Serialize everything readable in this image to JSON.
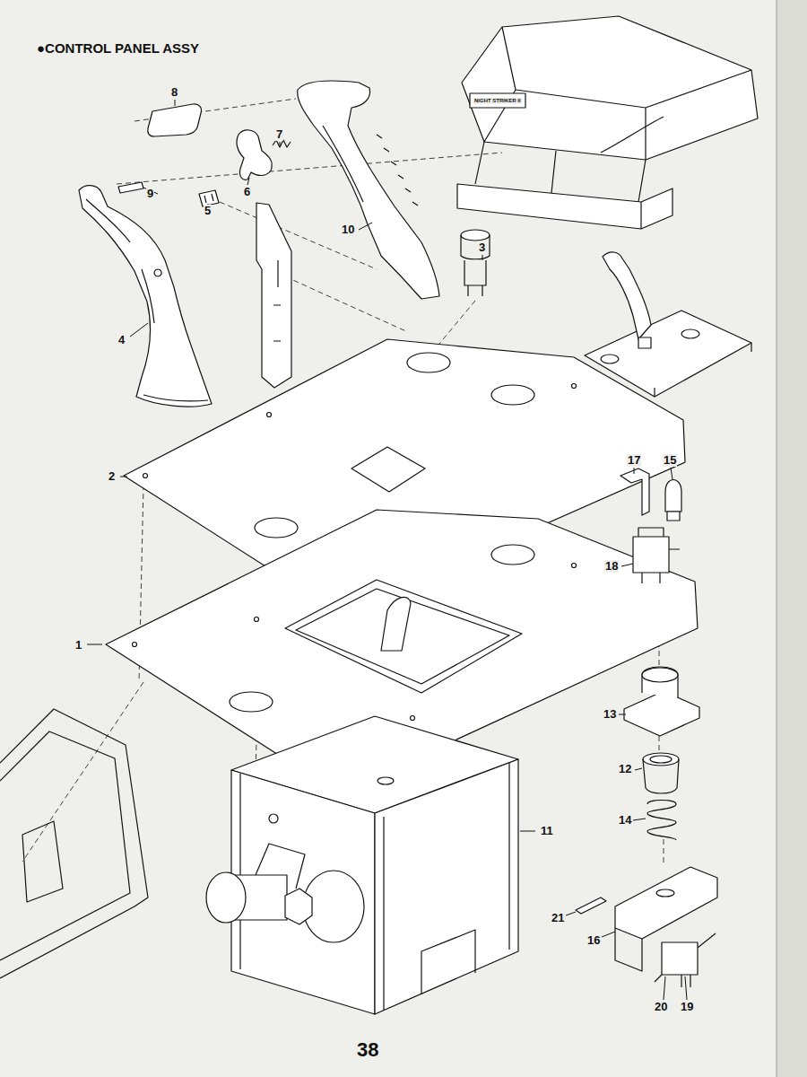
{
  "diagram": {
    "title": "●CONTROL PANEL ASSY",
    "labels": [
      "NIGHT STRIKER II",
      "8",
      "7",
      "9",
      "6",
      "5",
      "10",
      "3",
      "4",
      "2",
      "17",
      "15",
      "18",
      "1",
      "13",
      "12",
      "11",
      "14",
      "21",
      "16",
      "20",
      "19",
      "38"
    ]
  }
}
